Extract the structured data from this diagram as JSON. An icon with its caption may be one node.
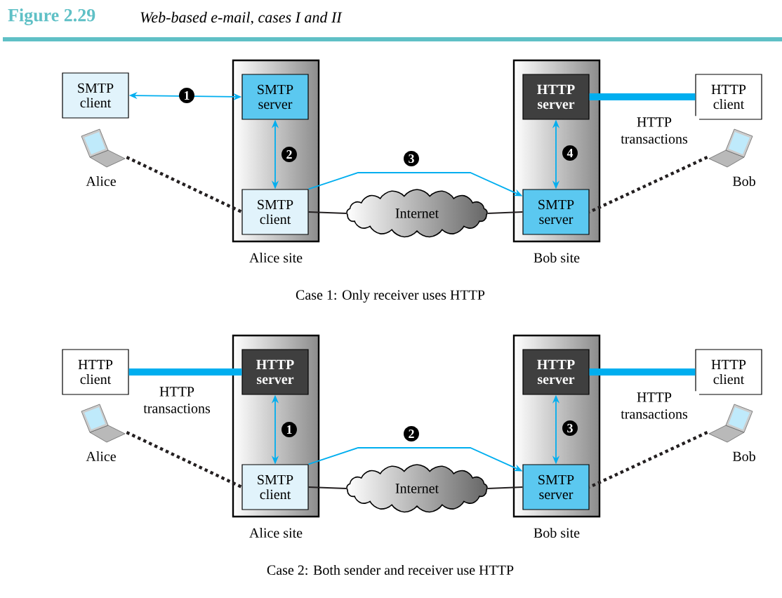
{
  "diagram": {
    "title": "Web-based e-mail, cases I and II",
    "nodes": [
      {
        "text": [
          "SMTP client"
        ]
      },
      {
        "text": [
          "Alice"
        ]
      },
      {
        "text": [
          "Alice site"
        ]
      },
      {
        "text": [
          "SMTP server"
        ],
        "in": 2
      },
      {
        "text": [
          "SMTP client"
        ],
        "in": 2
      },
      {
        "text": [
          "Internet"
        ]
      },
      {
        "text": [
          "Bob site"
        ]
      },
      {
        "text": [
          "HTTP server"
        ],
        "in": 6
      },
      {
        "text": [
          "SMTP server"
        ],
        "in": 6
      },
      {
        "text": [
          "HTTP client"
        ]
      },
      {
        "text": [
          "Bob"
        ]
      },
      {
        "text": [
          "HTTP client"
        ]
      },
      {
        "text": [
          "Alice"
        ]
      },
      {
        "text": [
          "Alice site"
        ]
      },
      {
        "text": [
          "HTTP server"
        ],
        "in": 13
      },
      {
        "text": [
          "SMTP client"
        ],
        "in": 13
      },
      {
        "text": [
          "Internet"
        ]
      },
      {
        "text": [
          "Bob site"
        ]
      },
      {
        "text": [
          "HTTP server"
        ],
        "in": 17
      },
      {
        "text": [
          "SMTP server"
        ],
        "in": 17
      },
      {
        "text": [
          "HTTP client"
        ]
      },
      {
        "text": [
          "Bob"
        ]
      }
    ],
    "edges": [
      {
        "from": 0,
        "to": 3,
        "arrow": "both",
        "label": "1"
      },
      {
        "from": 3,
        "to": 4,
        "arrow": "both",
        "label": "2"
      },
      {
        "from": 4,
        "to": 8,
        "arrow": "to",
        "label": "3"
      },
      {
        "from": 7,
        "to": 8,
        "arrow": "both",
        "label": "4"
      },
      {
        "from": 7,
        "to": 9,
        "arrow": "none",
        "label": "HTTP transactions",
        "style": "thick"
      },
      {
        "from": 1,
        "to": 4,
        "arrow": "none",
        "style": "dashed",
        "color": "#231f20"
      },
      {
        "from": 10,
        "to": 8,
        "arrow": "none",
        "style": "dashed",
        "color": "#231f20"
      },
      {
        "from": 4,
        "to": 5,
        "arrow": "none",
        "color": "#231f20"
      },
      {
        "from": 5,
        "to": 8,
        "arrow": "none",
        "color": "#231f20"
      },
      {
        "from": 11,
        "to": 14,
        "arrow": "none",
        "label": "HTTP transactions",
        "style": "thick"
      },
      {
        "from": 14,
        "to": 15,
        "arrow": "both",
        "label": "1"
      },
      {
        "from": 15,
        "to": 19,
        "arrow": "to",
        "label": "2"
      },
      {
        "from": 18,
        "to": 19,
        "arrow": "both",
        "label": "3"
      },
      {
        "from": 18,
        "to": 20,
        "arrow": "none",
        "label": "HTTP transactions",
        "style": "thick"
      },
      {
        "from": 12,
        "to": 15,
        "arrow": "none",
        "style": "dashed",
        "color": "#231f20"
      },
      {
        "from": 21,
        "to": 19,
        "arrow": "none",
        "style": "dashed",
        "color": "#231f20"
      },
      {
        "from": 15,
        "to": 16,
        "arrow": "none",
        "color": "#231f20"
      },
      {
        "from": 16,
        "to": 19,
        "arrow": "none",
        "color": "#231f20"
      }
    ],
    "labels": [
      "Figure 2.29",
      "Case 1: Only receiver uses HTTP",
      "Case 2: Both sender and receiver use HTTP"
    ]
  }
}
